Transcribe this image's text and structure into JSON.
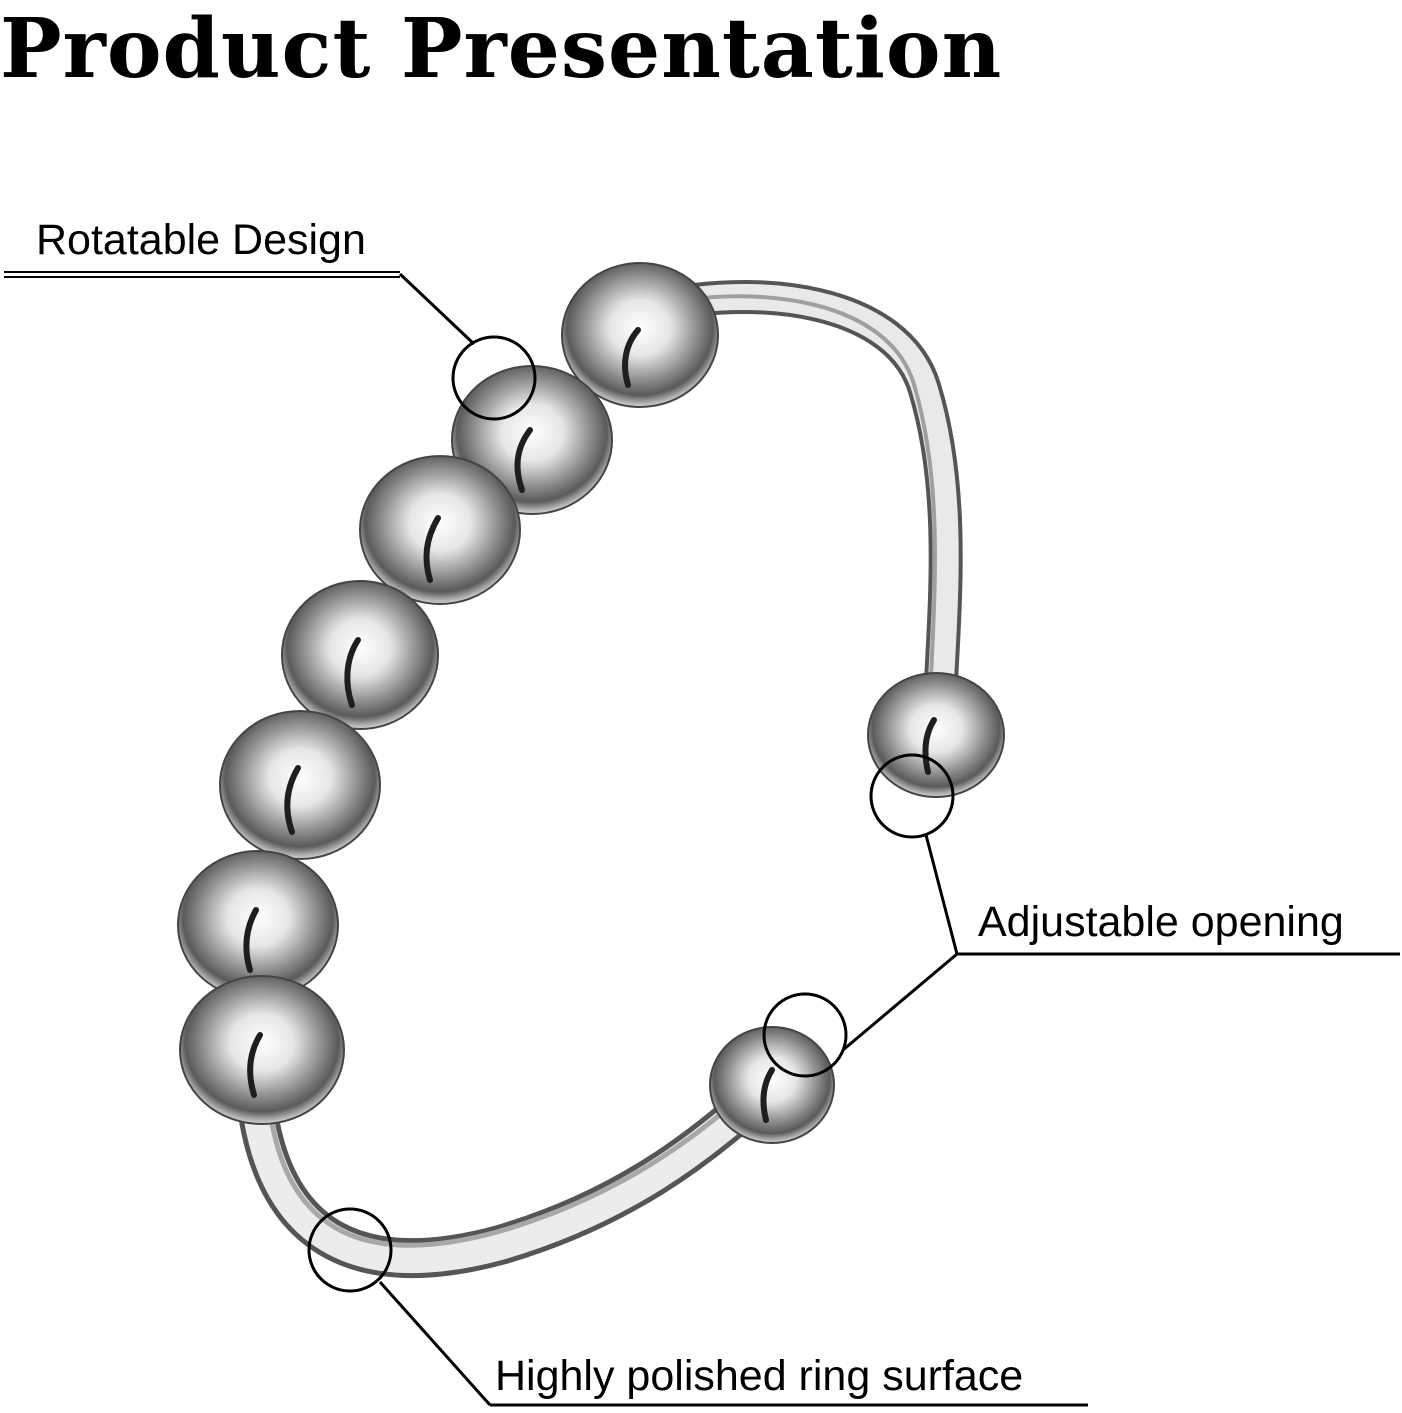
{
  "title": "Product Presentation",
  "callouts": {
    "rotatable": "Rotatable Design",
    "adjustable": "Adjustable opening",
    "polished": "Highly polished ring surface"
  },
  "colors": {
    "background": "#ffffff",
    "text": "#000000",
    "metal_light": "#f5f5f5",
    "metal_dark": "#2a2a2a"
  },
  "icons": {
    "ring": "spinner-bead-ring-image",
    "marker": "callout-circle"
  }
}
